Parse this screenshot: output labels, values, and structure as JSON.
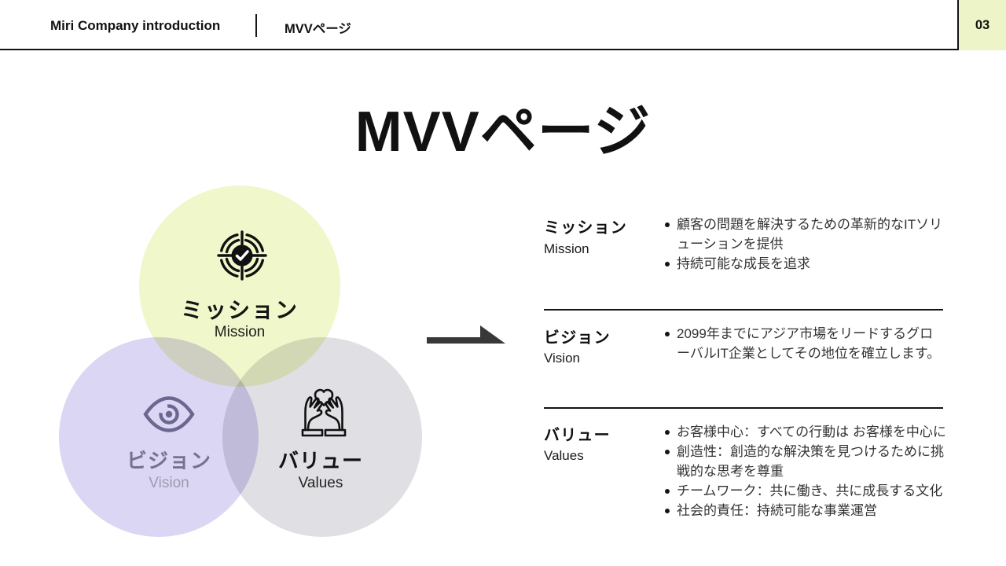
{
  "header": {
    "brand": "Miri Company introduction",
    "section": "MVVページ",
    "page_number": "03",
    "accent_color": "#edf5c8"
  },
  "title": "MVVページ",
  "venn": {
    "circles": [
      {
        "id": "mission",
        "label": "ミッション",
        "sublabel": "Mission",
        "color": "#f0f7ca",
        "icon": "target-check"
      },
      {
        "id": "vision",
        "label": "ビジョン",
        "sublabel": "Vision",
        "color": "#dbd6f3",
        "icon": "eye"
      },
      {
        "id": "values",
        "label": "バリュー",
        "sublabel": "Values",
        "color": "#e0dfe2",
        "icon": "hands-heart"
      }
    ]
  },
  "sections": [
    {
      "heading": "ミッション",
      "subheading": "Mission",
      "bullets": [
        "顧客の問題を解決するための革新的なITソリ\nューションを提供",
        "持続可能な成長を追求"
      ]
    },
    {
      "heading": "ビジョン",
      "subheading": "Vision",
      "bullets": [
        "2099年までにアジア市場をリードするグロ\nーバルIT企業としてその地位を確立します。"
      ]
    },
    {
      "heading": "バリュー",
      "subheading": "Values",
      "bullets": [
        "お客様中心：すべての行動は お客様を中心に",
        "創造性：創造的な解決策を見つけるために挑\n戦的な思考を尊重",
        "チームワーク：共に働き、共に成長する文化",
        "社会的責任：持続可能な事業運営"
      ]
    }
  ],
  "arrow_color": "#383838"
}
